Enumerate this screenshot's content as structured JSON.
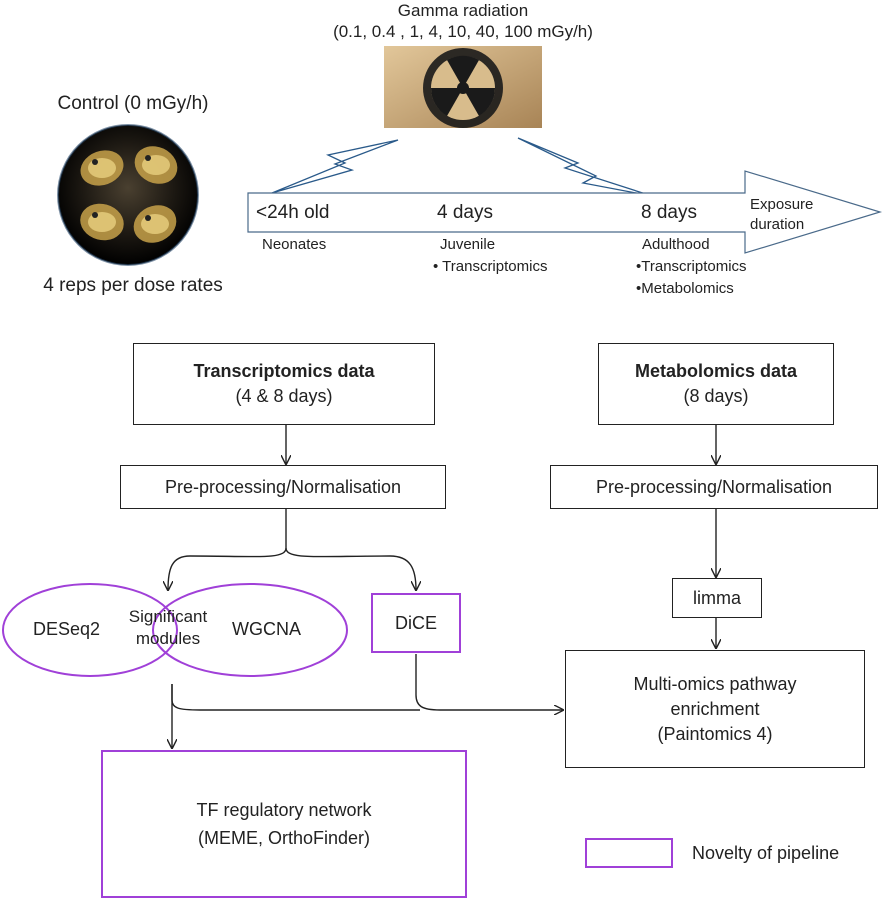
{
  "top": {
    "gamma_title": "Gamma radiation",
    "gamma_doses": "(0.1, 0.4 , 1, 4, 10, 40, 100 mGy/h)",
    "control_label": "Control (0 mGy/h)",
    "reps_label": "4 reps per dose rates",
    "arrow_label_line1": "Exposure",
    "arrow_label_line2": "duration",
    "timepoints": [
      {
        "time": "<24h old",
        "stage": "Neonates",
        "assays": []
      },
      {
        "time": "4 days",
        "stage": "Juvenile",
        "assays": [
          "Transcriptomics"
        ]
      },
      {
        "time": "8 days",
        "stage": "Adulthood",
        "assays": [
          "Transcriptomics",
          "Metabolomics"
        ]
      }
    ]
  },
  "pipeline": {
    "transcriptomics": {
      "title": "Transcriptomics data",
      "subtitle": "(4 & 8 days)"
    },
    "metabolomics": {
      "title": "Metabolomics  data",
      "subtitle": "(8 days)"
    },
    "preproc_left": "Pre-processing/Normalisation",
    "preproc_right": "Pre-processing/Normalisation",
    "deseq2": "DESeq2",
    "significant_line1": "Significant",
    "significant_line2": "modules",
    "wgcna": "WGCNA",
    "dice": "DiCE",
    "limma": "limma",
    "multiomics_line1": "Multi-omics pathway",
    "multiomics_line2": "enrichment",
    "multiomics_line3": "(Paintomics 4)",
    "tf_line1": "TF regulatory network",
    "tf_line2": "(MEME, OrthoFinder)"
  },
  "legend": {
    "label": "Novelty of pipeline"
  },
  "colors": {
    "novelty_accent": "#a040d8",
    "line": "#222222",
    "hazard_bg": "#c8a878"
  }
}
